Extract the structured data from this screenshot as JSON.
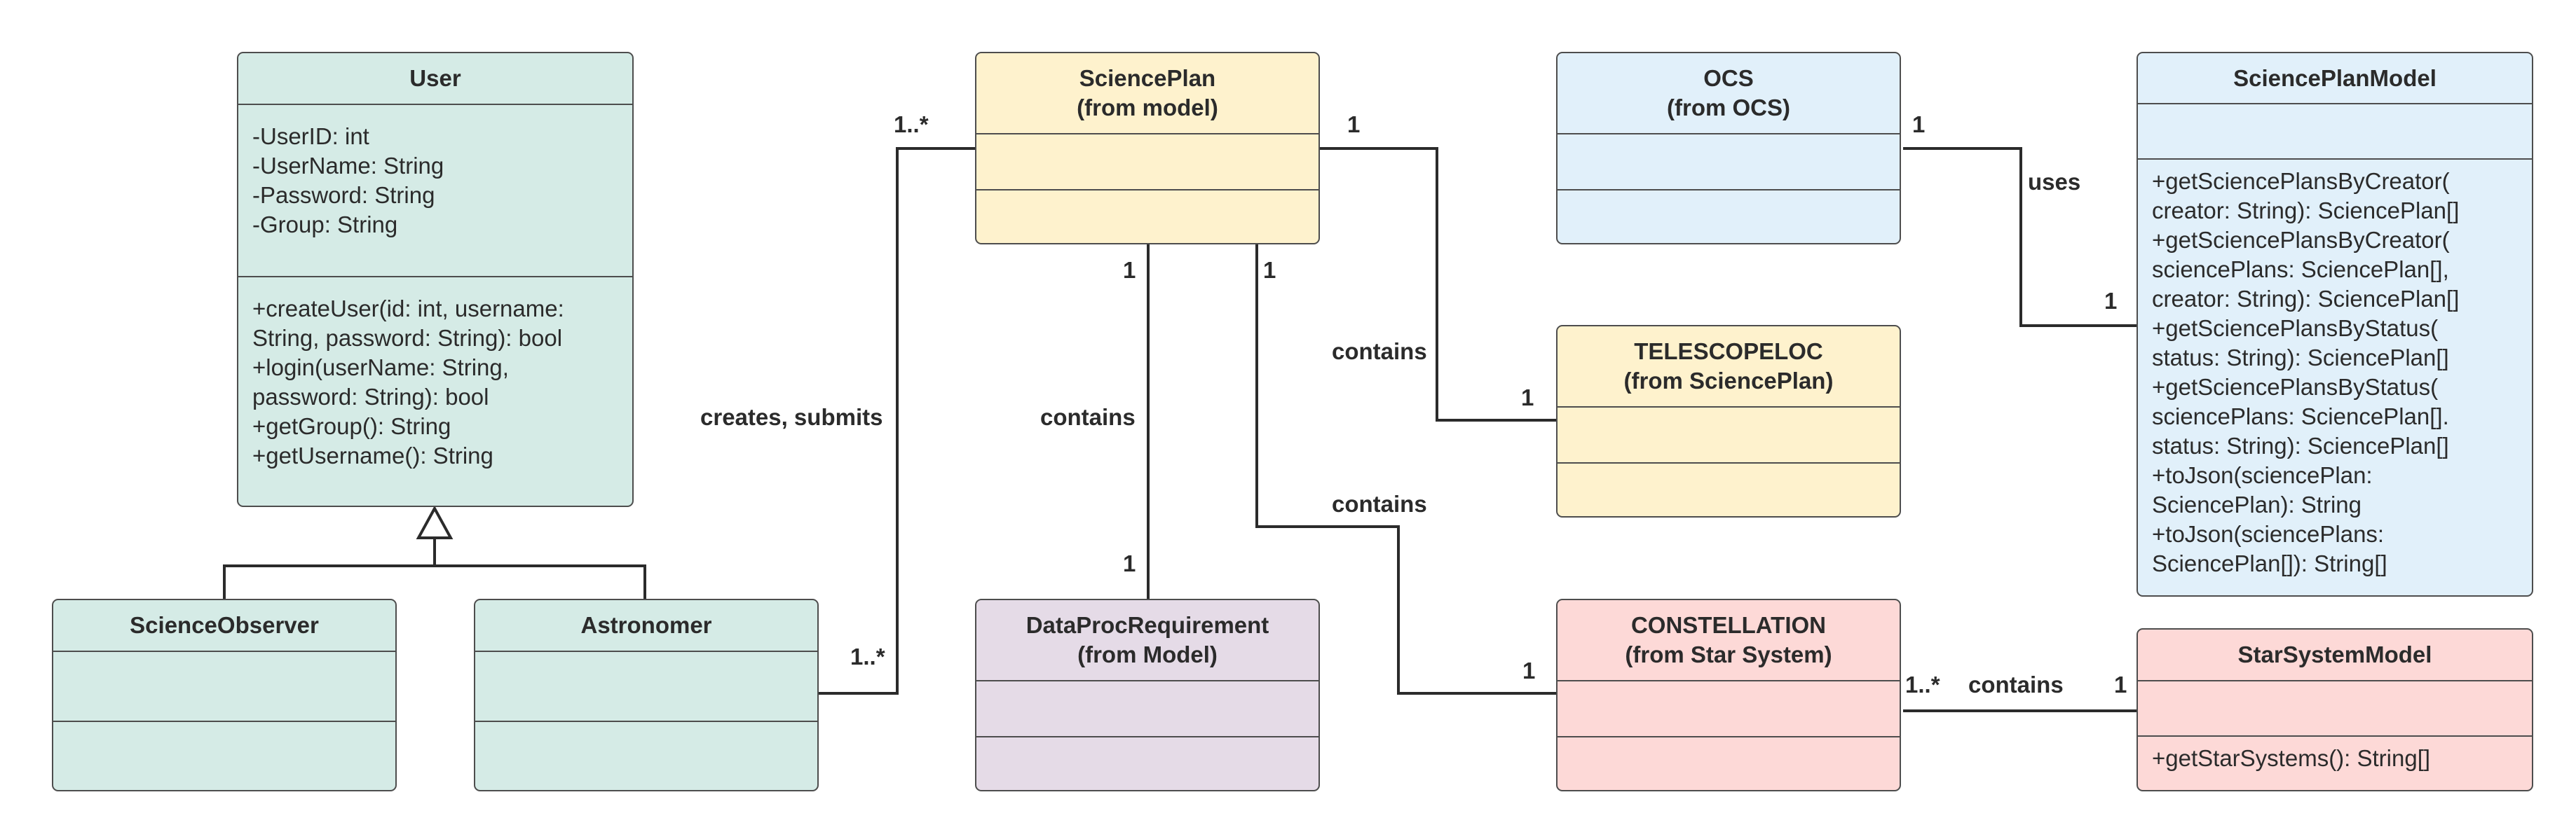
{
  "colors": {
    "green": "#d5ebe6",
    "yellow": "#fef2cd",
    "blue": "#e1f0fa",
    "purple": "#e5dbe7",
    "pink": "#fdd9d7",
    "stroke": "#4d4d4d",
    "line": "#2b2b2b"
  },
  "classes": {
    "user": {
      "name": "User",
      "attributes": [
        "-UserID: int",
        "-UserName: String",
        "-Password: String",
        "-Group: String"
      ],
      "methods": [
        "+createUser(id: int, username:",
        "String, password: String): bool",
        "+login(userName: String,",
        "password: String): bool",
        "+getGroup(): String",
        "+getUsername(): String"
      ]
    },
    "science_observer": {
      "name": "ScienceObserver"
    },
    "astronomer": {
      "name": "Astronomer"
    },
    "science_plan": {
      "name": "SciencePlan",
      "stereotype": "(from model)"
    },
    "data_proc": {
      "name": "DataProcRequirement",
      "stereotype": "(from Model)"
    },
    "ocs": {
      "name": "OCS",
      "stereotype": "(from OCS)"
    },
    "telescopeloc": {
      "name": "TELESCOPELOC",
      "stereotype": "(from SciencePlan)"
    },
    "constellation": {
      "name": "CONSTELLATION",
      "stereotype": "(from Star System)"
    },
    "science_plan_model": {
      "name": "SciencePlanModel",
      "methods": [
        "+getSciencePlansByCreator(",
        "creator: String): SciencePlan[]",
        "+getSciencePlansByCreator(",
        "sciencePlans: SciencePlan[],",
        "creator: String): SciencePlan[]",
        "+getSciencePlansByStatus(",
        "status: String): SciencePlan[]",
        "+getSciencePlansByStatus(",
        "sciencePlans: SciencePlan[].",
        "status: String): SciencePlan[]",
        "+toJson(sciencePlan:",
        "SciencePlan): String",
        "+toJson(sciencePlans:",
        "SciencePlan[]): String[]"
      ]
    },
    "star_system_model": {
      "name": "StarSystemModel",
      "methods": [
        "+getStarSystems(): String[]"
      ]
    }
  },
  "relations": {
    "creates_submits": {
      "label": "creates, submits",
      "mult_a": "1..*",
      "mult_b": "1..*"
    },
    "contains_dataproc": {
      "label": "contains",
      "mult_a": "1",
      "mult_b": "1"
    },
    "contains_telescope": {
      "label": "contains",
      "mult_a": "1",
      "mult_b": "1"
    },
    "contains_constellation": {
      "label": "contains",
      "mult_a": "1",
      "mult_b": "1"
    },
    "uses": {
      "label": "uses",
      "mult_a": "1",
      "mult_b": "1"
    },
    "contains_starsystem": {
      "label": "contains",
      "mult_a": "1..*",
      "mult_b": "1"
    }
  }
}
